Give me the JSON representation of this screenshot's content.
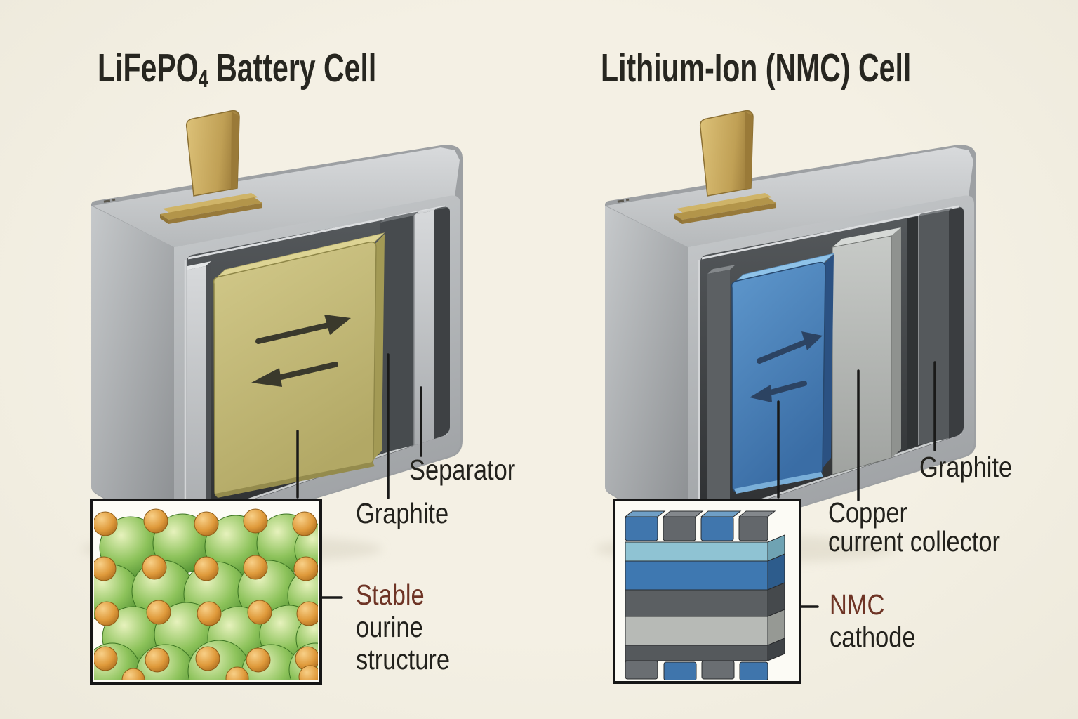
{
  "page": {
    "background": "#f2eee2"
  },
  "left_panel": {
    "title": {
      "pre": "LiFePO",
      "sub": "4",
      "post": " Battery Cell"
    },
    "labels": {
      "separator": "Separator",
      "graphite": "Graphite",
      "structure_line1": "Stable",
      "structure_line2": "ourine",
      "structure_line3": "structure"
    }
  },
  "right_panel": {
    "title": "Lithium-Ion (NMC) Cell",
    "labels": {
      "graphite": "Graphite",
      "copper_line1": "Copper",
      "copper_line2": "current collector",
      "cathode_line1": "NMC",
      "cathode_line2": "cathode"
    }
  },
  "colors": {
    "accent_maroon": "#6e3425",
    "text": "#22211c",
    "lfp_cathode_yellow": "#c3ba76",
    "nmc_cathode_blue": "#4a80b8",
    "terminal_gold": "#c3a45a",
    "case_gray": "#aeb1b3",
    "crystal_green": "#7ab648",
    "crystal_orange": "#dd9b3d"
  }
}
